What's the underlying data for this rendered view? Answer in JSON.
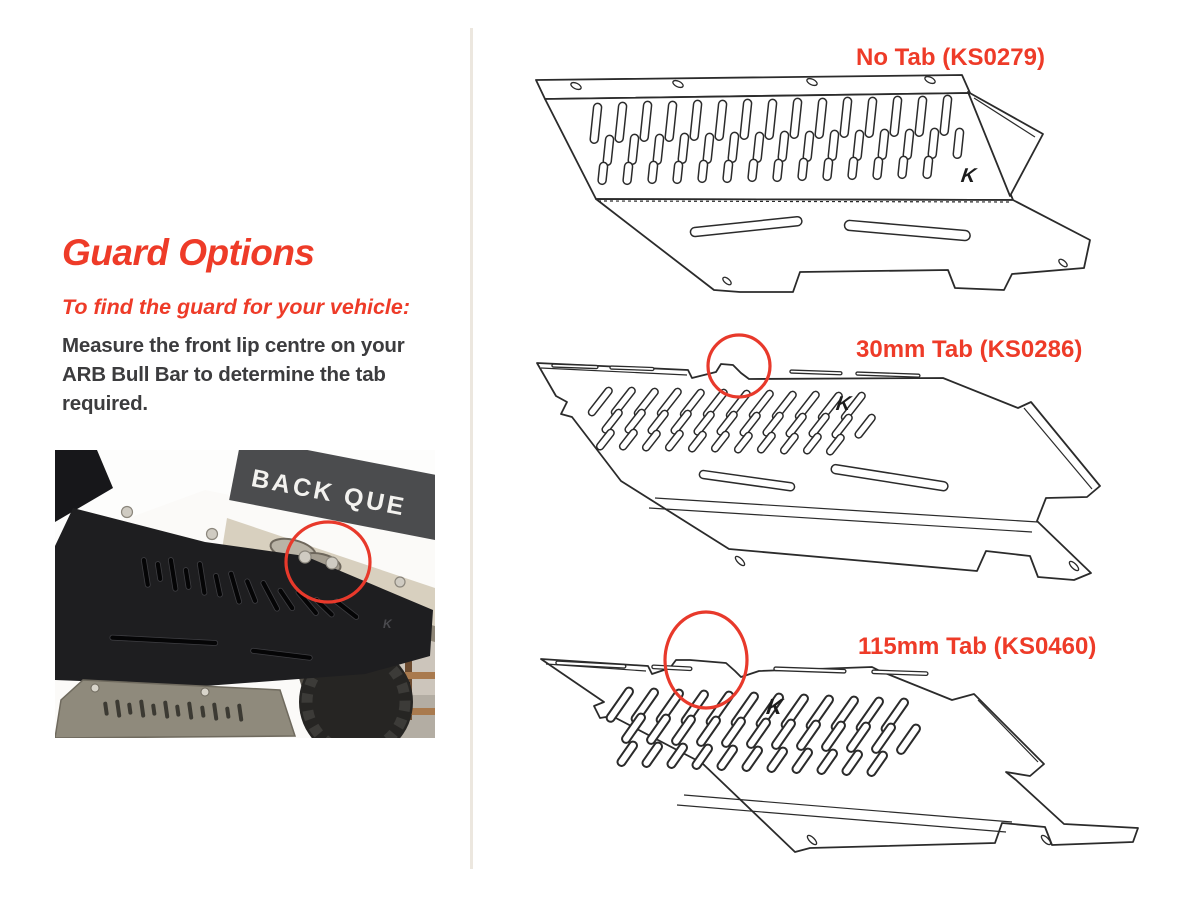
{
  "left_panel": {
    "heading": "Guard Options",
    "subheading": "To find the guard for your vehicle:",
    "body": "Measure the front lip centre on your ARB Bull Bar to determine the tab required.",
    "photo": {
      "description": "underside of vehicle with black bash plate fitted, tab area circled",
      "sign_text": "BACK QUE"
    }
  },
  "right_panel": {
    "options": [
      {
        "label": "No Tab (KS0279)"
      },
      {
        "label": "30mm Tab (KS0286)"
      },
      {
        "label": "115mm Tab (KS0460)"
      }
    ],
    "logo_mark": "K"
  },
  "colors": {
    "accent_text": "#ee3b28",
    "annotation_circle": "#e8392b",
    "line_art": "#2b2b2b",
    "body_text": "#3c3c3e",
    "divider": "#ece7df"
  }
}
